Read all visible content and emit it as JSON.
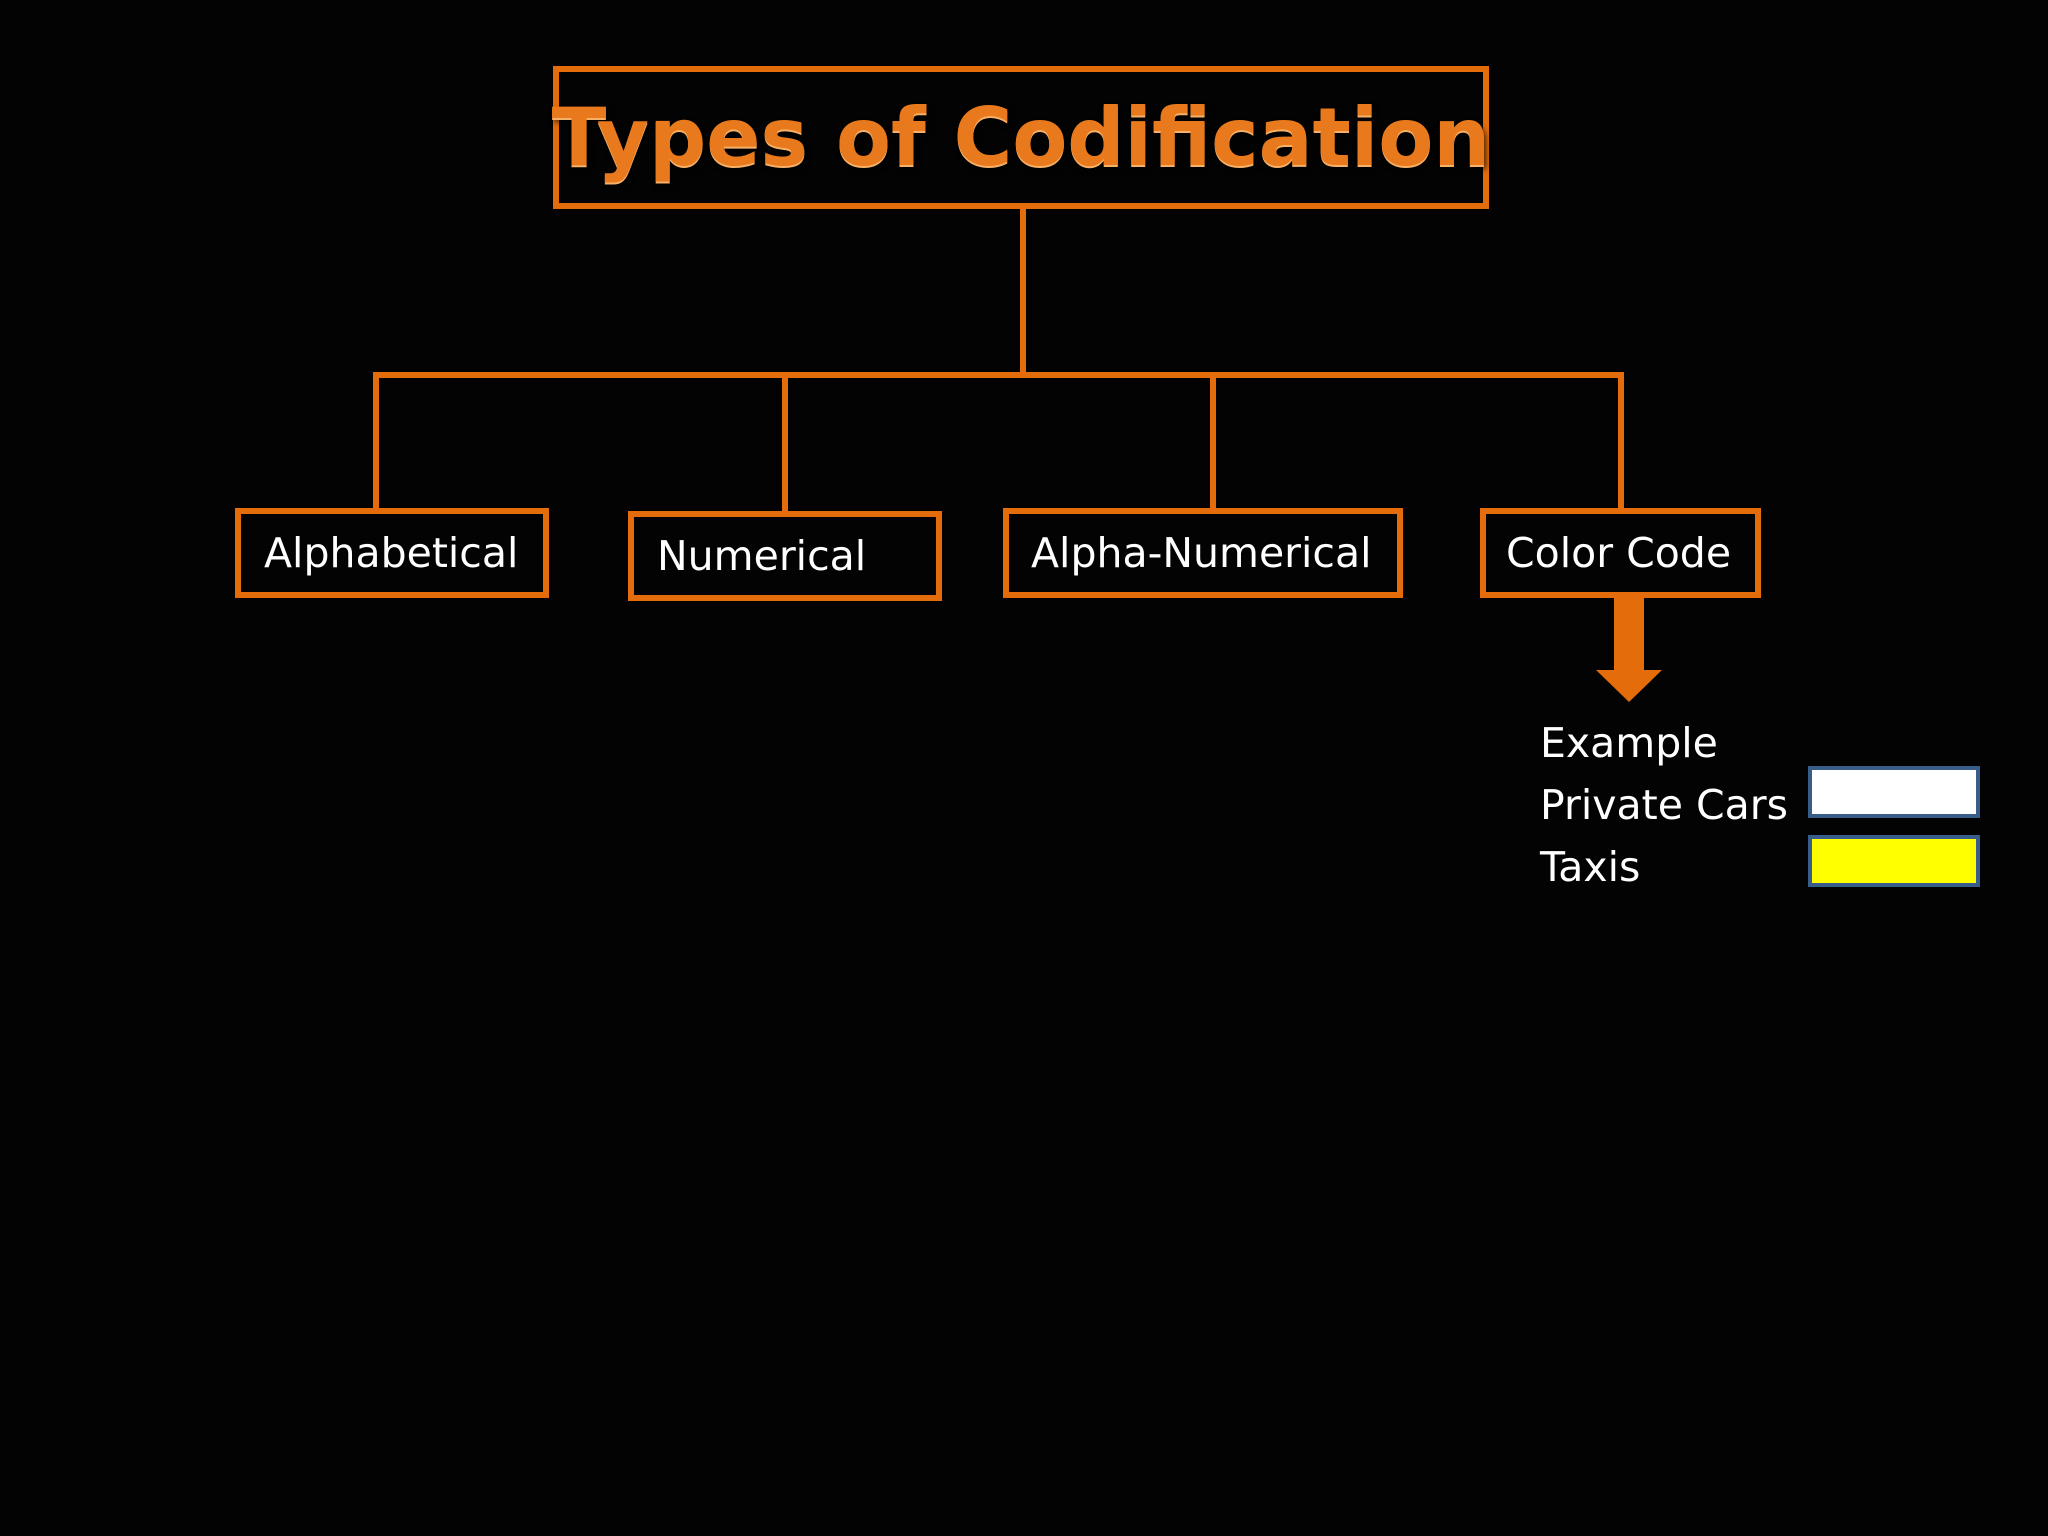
{
  "diagram": {
    "title": "Types of Codification",
    "accent_color": "#e46c0a",
    "nodes": [
      {
        "label": "Alphabetical"
      },
      {
        "label": "Numerical"
      },
      {
        "label": "Alpha-Numerical"
      },
      {
        "label": "Color Code"
      }
    ],
    "example": {
      "heading": "Example",
      "items": [
        {
          "label": "Private Cars",
          "color": "#ffffff"
        },
        {
          "label": "Taxis",
          "color": "#ffff00"
        }
      ]
    }
  }
}
